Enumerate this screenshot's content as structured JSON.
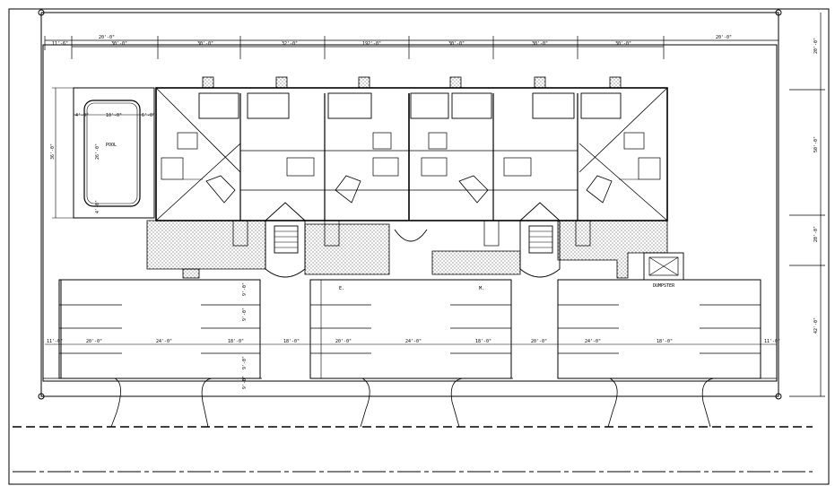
{
  "top_dims": {
    "overall": "192'-0\"",
    "segments": [
      "11'-6\"",
      "20'-0\"",
      "30'-0\"",
      "30'-0\"",
      "32'-0\"",
      "30'-0\"",
      "30'-0\"",
      "30'-0\""
    ],
    "right_setback": "20'-0\""
  },
  "right_dims": [
    "20'-0\"",
    "50'-0\"",
    "20'-0\"",
    "42'-0\""
  ],
  "pool": {
    "label": "POOL",
    "dims": [
      "4'-0\"",
      "10'-0\"",
      "6'-0\"",
      "36'-0\"",
      "26'-0\"",
      "4'-0\""
    ]
  },
  "parking_dims": [
    "11'-0\"",
    "20'-0\"",
    "24'-0\"",
    "18'-0\"",
    "18'-0\"",
    "20'-0\"",
    "24'-0\"",
    "18'-0\"",
    "20'-0\"",
    "24'-0\"",
    "18'-0\"",
    "11'-0\""
  ],
  "parking_row_dims": [
    "9'-0\"",
    "9'-0\"",
    "9'-0\"",
    "9'-0\""
  ],
  "labels": {
    "elec": "E.",
    "mech": "M.",
    "dumpster": "DUMPSTER"
  }
}
